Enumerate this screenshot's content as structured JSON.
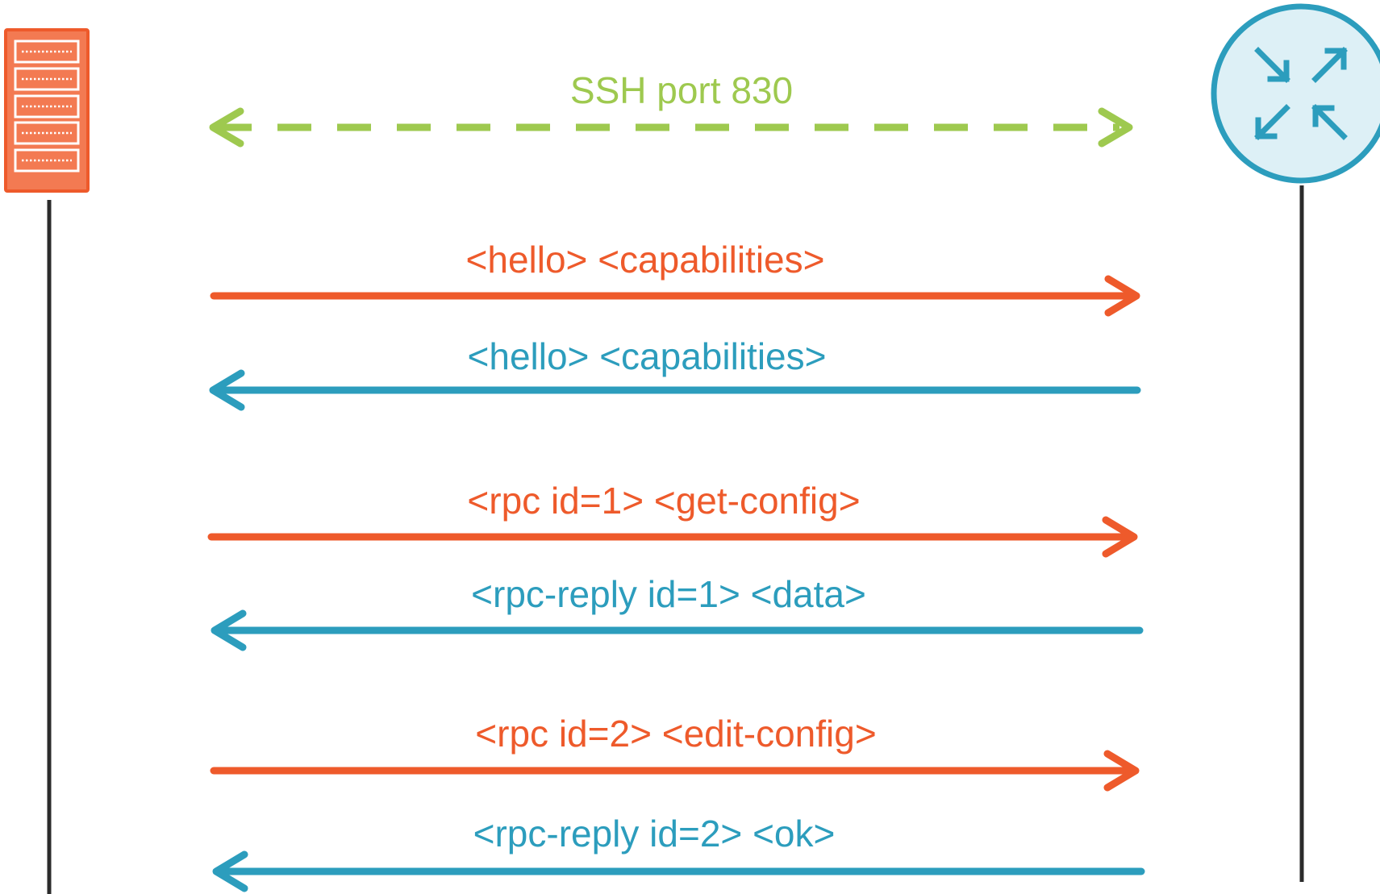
{
  "colors": {
    "request": "#ee5a2b",
    "reply": "#2c9dbd",
    "transport": "#9ec94f",
    "server_fill": "#f37a52",
    "router_fill": "#ddf0f6",
    "lifeline": "#2b2b2b"
  },
  "icons": {
    "client": "server-rack-icon",
    "device": "router-icon"
  },
  "transport": {
    "label": "SSH port 830"
  },
  "messages": [
    {
      "label": "<hello> <capabilities>",
      "direction": "to-device",
      "kind": "request"
    },
    {
      "label": "<hello> <capabilities>",
      "direction": "to-client",
      "kind": "reply"
    },
    {
      "label": "<rpc id=1> <get-config>",
      "direction": "to-device",
      "kind": "request"
    },
    {
      "label": "<rpc-reply id=1> <data>",
      "direction": "to-client",
      "kind": "reply"
    },
    {
      "label": "<rpc id=2> <edit-config>",
      "direction": "to-device",
      "kind": "request"
    },
    {
      "label": "<rpc-reply id=2> <ok>",
      "direction": "to-client",
      "kind": "reply"
    }
  ]
}
